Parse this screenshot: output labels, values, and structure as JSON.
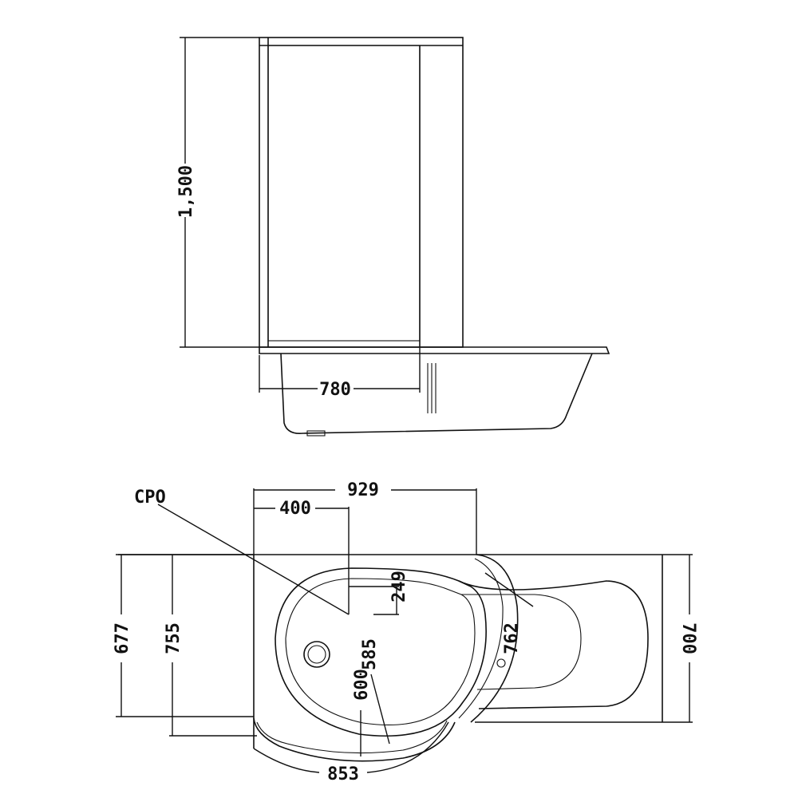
{
  "side_view": {
    "height_label": "1,500",
    "panel_width_label": "780"
  },
  "plan_view": {
    "overall_width_label": "929",
    "cpo_offset_label": "400",
    "cpo_label": "CPO",
    "step_label": "249",
    "depth_left_label": "677",
    "depth_inner_label": "755",
    "depth_right_label": "700",
    "curve_label_762": "762",
    "curve_label_585": "585",
    "curve_label_600": "600",
    "front_width_label": "853"
  }
}
